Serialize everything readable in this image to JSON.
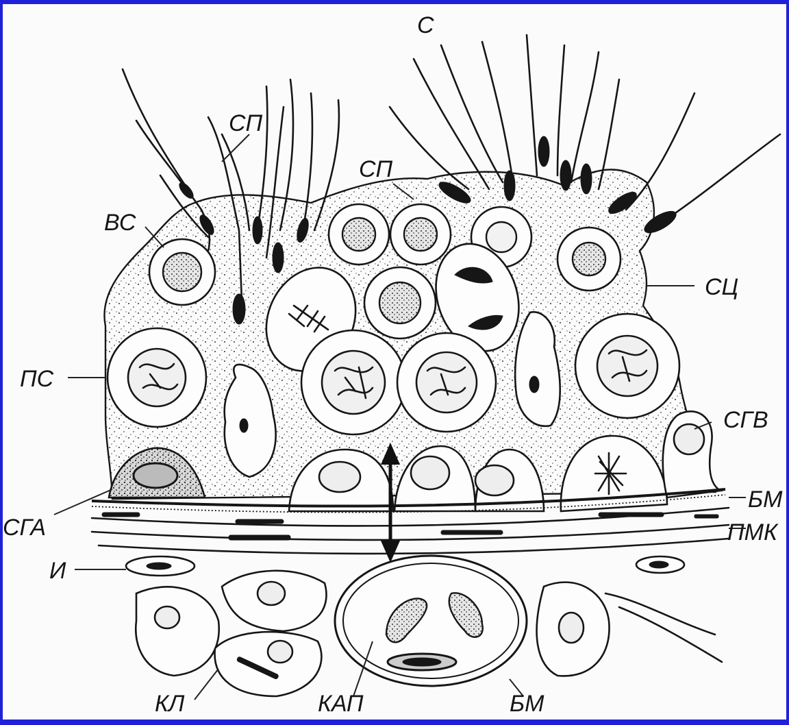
{
  "labels": {
    "c": "С",
    "sp_left": "СП",
    "sp_center": "СП",
    "vs": "ВС",
    "sc": "СЦ",
    "ps": "ПС",
    "sgv": "СГВ",
    "bm_right": "БМ",
    "sga": "СГА",
    "pmk": "ПМК",
    "i": "И",
    "kl": "КЛ",
    "kap": "КАП",
    "bm_bottom": "БМ"
  },
  "colors": {
    "border": "#2020d8",
    "background": "#fbfbfb",
    "ink": "#161616"
  }
}
